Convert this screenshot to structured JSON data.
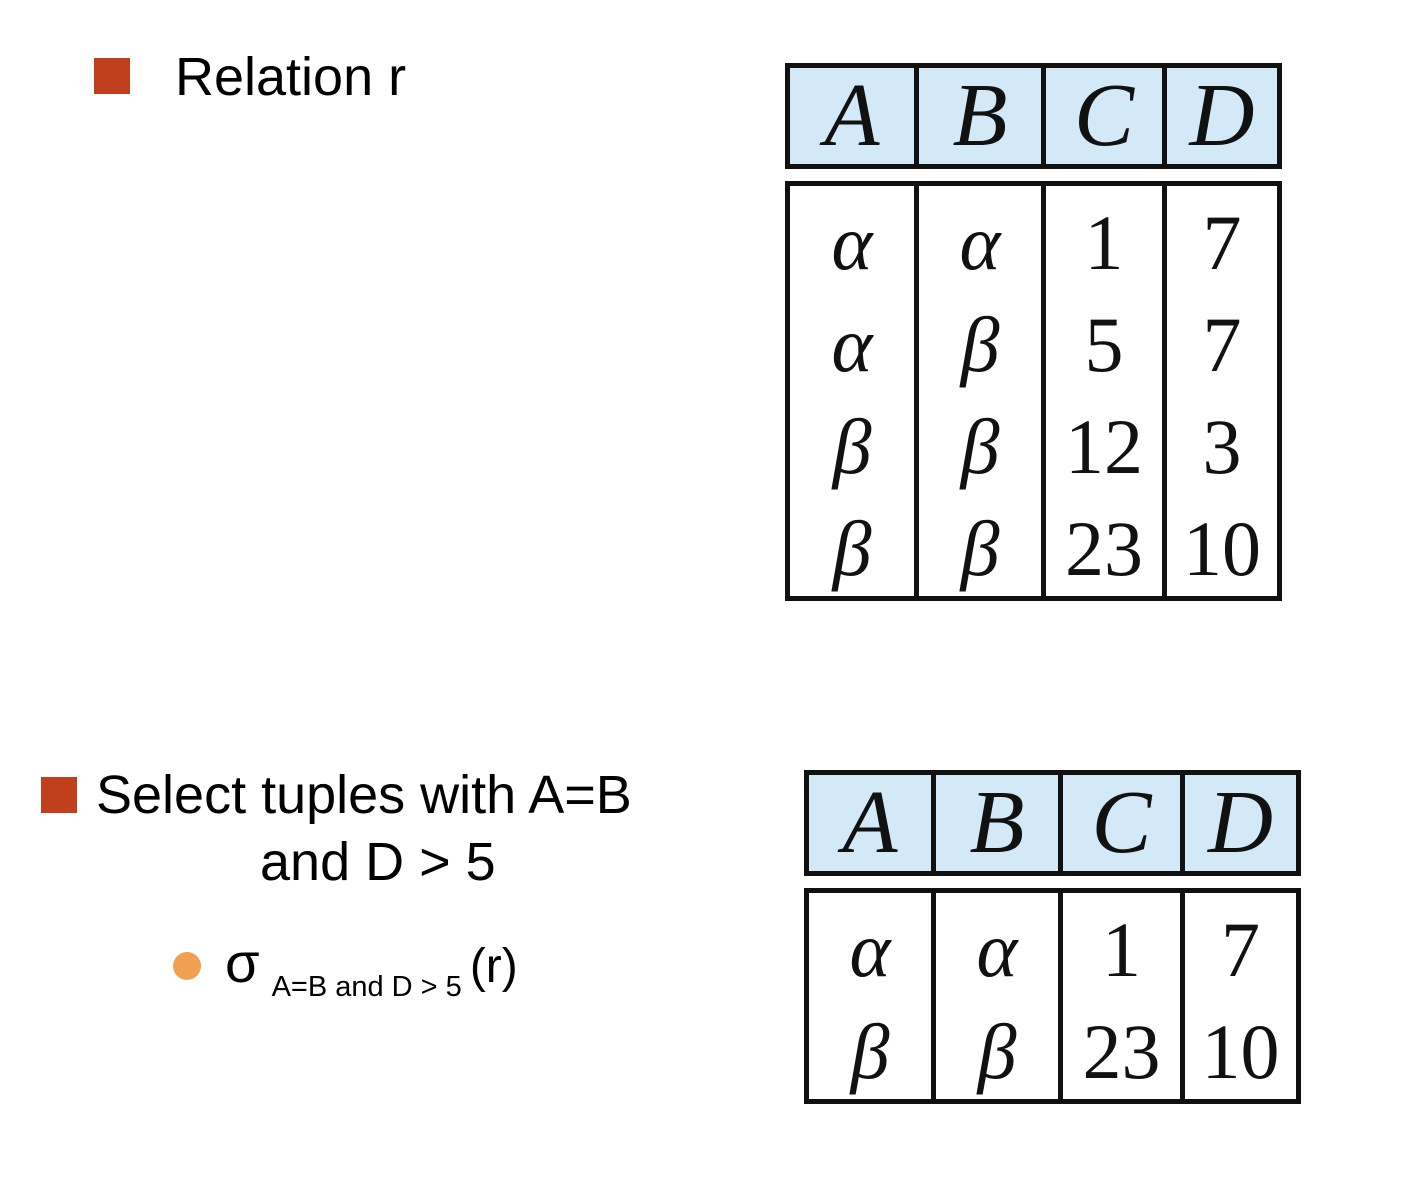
{
  "slide": {
    "bullets": [
      {
        "text": "Relation r"
      },
      {
        "line1": "Select tuples with A=B",
        "line2": "and D > 5"
      }
    ],
    "sub_bullet": {
      "sigma": "σ",
      "subscript": "A=B and D > 5",
      "argument": "(r)"
    }
  },
  "colors": {
    "bullet": "#c0401e",
    "sub_bullet": "#f0a050",
    "table_header_bg": "#d3e9f8",
    "border": "#111111"
  },
  "relation_r": {
    "headers": [
      "A",
      "B",
      "C",
      "D"
    ],
    "columns": [
      [
        "α",
        "α",
        "β",
        "β"
      ],
      [
        "α",
        "β",
        "β",
        "β"
      ],
      [
        "1",
        "5",
        "12",
        "23"
      ],
      [
        "7",
        "7",
        "3",
        "10"
      ]
    ]
  },
  "result": {
    "headers": [
      "A",
      "B",
      "C",
      "D"
    ],
    "columns": [
      [
        "α",
        "β"
      ],
      [
        "α",
        "β"
      ],
      [
        "1",
        "23"
      ],
      [
        "7",
        "10"
      ]
    ]
  }
}
